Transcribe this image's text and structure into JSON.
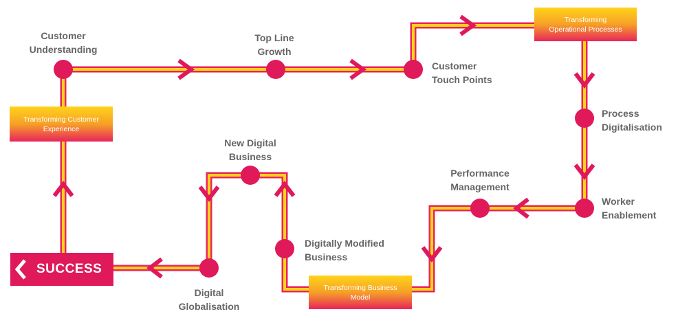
{
  "colors": {
    "accent": "#e0195a",
    "path_outer": "#e8255c",
    "path_inner": "#ffd31a",
    "label_text": "#666666",
    "box_top": "#ffd31a",
    "box_bottom": "#e8255c"
  },
  "milestones": {
    "customer_understanding": {
      "line1": "Customer",
      "line2": "Understanding"
    },
    "top_line_growth": {
      "line1": "Top Line",
      "line2": "Growth"
    },
    "customer_touch_points": {
      "line1": "Customer",
      "line2": "Touch Points"
    },
    "process_digitalisation": {
      "line1": "Process",
      "line2": "Digitalisation"
    },
    "worker_enablement": {
      "line1": "Worker",
      "line2": "Enablement"
    },
    "performance_management": {
      "line1": "Performance",
      "line2": "Management"
    },
    "digitally_modified_business": {
      "line1": "Digitally Modified",
      "line2": "Business"
    },
    "new_digital_business": {
      "line1": "New Digital",
      "line2": "Business"
    },
    "digital_globalisation": {
      "line1": "Digital",
      "line2": "Globalisation"
    }
  },
  "stages": {
    "transforming_customer_experience": {
      "line1": "Transforming Customer",
      "line2": "Experience"
    },
    "transforming_operational_processes": {
      "line1": "Transforming",
      "line2": "Operational Processes"
    },
    "transforming_business_model": {
      "line1": "Transforming Business",
      "line2": "Model"
    }
  },
  "success": {
    "label": "SUCCESS"
  }
}
